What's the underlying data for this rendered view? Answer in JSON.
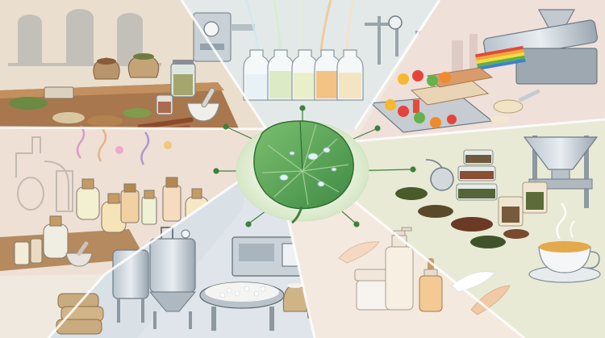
{
  "illustration": {
    "center": {
      "subject": "lotus-leaf",
      "colors": {
        "leaf": "#5fa65a",
        "leaf_dark": "#3f7f40",
        "glow": "#e9f4dc"
      }
    },
    "panels": [
      {
        "id": "herbal-medicine",
        "tone": "#e7d6c3",
        "icons": [
          "silo-icon",
          "herb-sack-icon",
          "mortar-pestle-icon",
          "cinnamon-icon",
          "jar-icon"
        ]
      },
      {
        "id": "beverages",
        "tone": "#dfe6e6",
        "icons": [
          "bottle-icon",
          "filling-machine-icon",
          "pipe-icon"
        ]
      },
      {
        "id": "food-confectionery",
        "tone": "#ecdcd6",
        "icons": [
          "extruder-icon",
          "gummy-bear-icon",
          "cereal-bar-icon",
          "powder-scoop-icon"
        ]
      },
      {
        "id": "fragrance-oils",
        "tone": "#ecdcd0",
        "icons": [
          "distiller-icon",
          "essential-oil-bottle-icon",
          "flower-icon",
          "mortar-pestle-icon"
        ]
      },
      {
        "id": "herbal-tea",
        "tone": "#e6e8d2",
        "icons": [
          "tea-jar-icon",
          "tea-infuser-icon",
          "tea-bag-icon",
          "tea-cup-icon",
          "sieve-hopper-icon"
        ]
      },
      {
        "id": "industrial-processing",
        "tone": "#dde3e8",
        "icons": [
          "tank-icon",
          "grinder-machine-icon",
          "sack-icon",
          "rice-tray-icon"
        ]
      },
      {
        "id": "cosmetics",
        "tone": "#f1e6dc",
        "icons": [
          "pump-bottle-icon",
          "cream-jar-icon",
          "dropper-bottle-icon",
          "cream-swatch-icon"
        ]
      }
    ]
  }
}
